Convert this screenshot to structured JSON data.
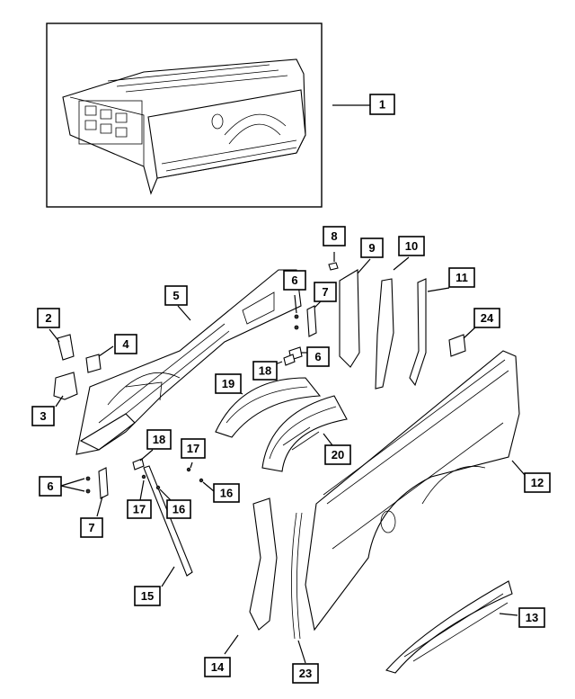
{
  "diagram": {
    "callouts": [
      "1",
      "2",
      "3",
      "4",
      "5",
      "6",
      "6",
      "6",
      "7",
      "7",
      "8",
      "9",
      "10",
      "11",
      "12",
      "13",
      "14",
      "15",
      "16",
      "16",
      "17",
      "17",
      "18",
      "18",
      "19",
      "20",
      "23",
      "24"
    ]
  }
}
